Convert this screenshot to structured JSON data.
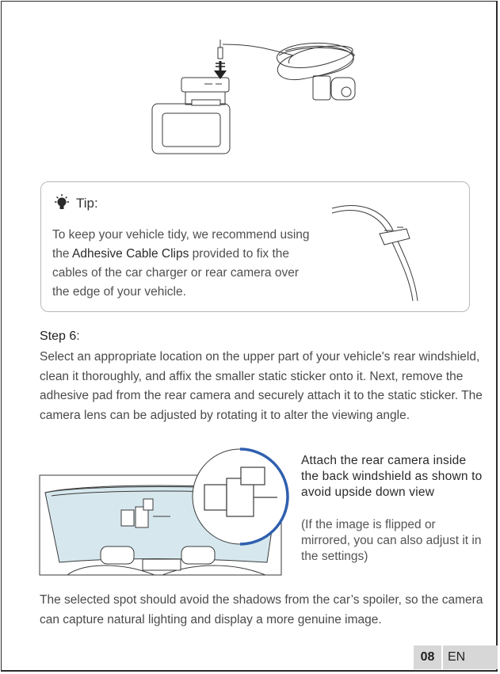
{
  "tip": {
    "title": "Tip:",
    "text_before": "To keep your vehicle tidy, we recommend using the ",
    "highlight": "Adhesive Cable Clips",
    "text_after": " provided to fix the cables of the car charger or rear camera over the edge of your vehicle."
  },
  "step": {
    "label": "Step 6",
    "colon": ":",
    "text": "Select an appropriate location on the upper part of your vehicle's rear windshield, clean it thoroughly, and affix the smaller static sticker onto it. Next, remove the adhesive pad from the rear camera and securely attach it to the static sticker. The camera lens can be adjusted by rotating it to alter the viewing angle."
  },
  "attach": {
    "heading": "Attach the rear camera inside the back windshield as shown to avoid upside down view",
    "note": "(If the image is flipped or mirrored, you can also adjust it in the settings)"
  },
  "bottom_text": "The selected spot should avoid the shadows from the car’s spoiler, so the camera can capture natural lighting and display a more genuine image.",
  "footer": {
    "page_number": "08",
    "language": "EN"
  },
  "icons": {
    "tip": "lightbulb-icon"
  },
  "colors": {
    "accent_blue": "#2f5fae",
    "glass": "#cfe3ea"
  }
}
